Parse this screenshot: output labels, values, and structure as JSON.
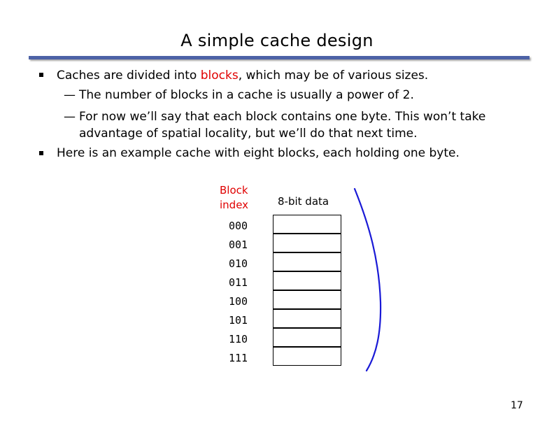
{
  "slide": {
    "title": "A simple cache design",
    "bullet1": {
      "prefix": "Caches are divided into ",
      "highlight": "blocks",
      "suffix": ", which may be of various sizes."
    },
    "sub1": "The number of blocks in a cache is usually a power of 2.",
    "sub2_line1": "For now we’ll say that each block contains one byte. This won’t take",
    "sub2_line2": "advantage of spatial locality, but we’ll do that next time.",
    "bullet2": "Here is an example cache with eight blocks, each holding one byte.",
    "dash": "—",
    "page_number": "17"
  },
  "diagram": {
    "block_index_header_line1": "Block",
    "block_index_header_line2": "index",
    "data_header": "8-bit data",
    "indices": [
      "000",
      "001",
      "010",
      "011",
      "100",
      "101",
      "110",
      "111"
    ],
    "index_color": "#e00000",
    "brace_color": "#1a1ad6"
  },
  "colors": {
    "title_rule": "#4d62a6",
    "highlight": "#e00000"
  }
}
